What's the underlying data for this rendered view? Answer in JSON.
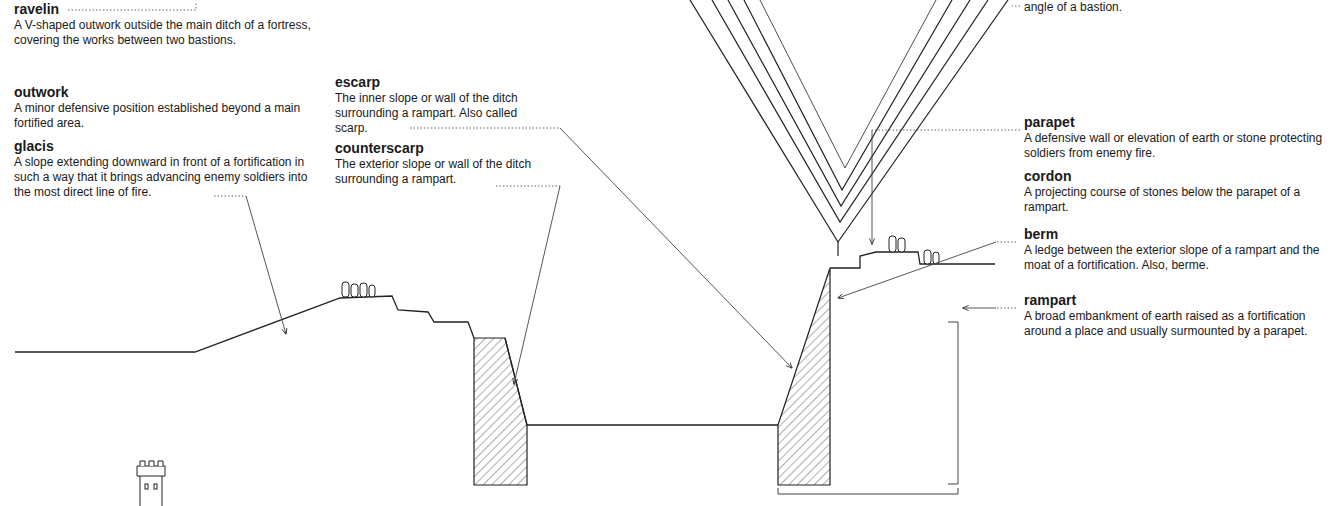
{
  "diagram": {
    "labels": [
      "ravelin",
      "A V-shaped outwork outside the main ditch of a fortress, covering the works between two bastions.",
      "outwork",
      "A minor defensive position established beyond a main fortified area.",
      "glacis",
      "A slope extending downward in front of a fortification in such a way that it brings advancing enemy soldiers into the most direct line of fire.",
      "escarp",
      "The inner slope or wall of the ditch surrounding a rampart. Also called scarp.",
      "counterscarp",
      "The exterior slope or wall of the ditch surrounding a rampart.",
      "angle of a bastion.",
      "parapet",
      "A defensive wall or elevation of earth or stone protecting soldiers from enemy fire.",
      "cordon",
      "A projecting course of stones below the parapet of a rampart.",
      "berm",
      "A ledge between the exterior slope of a rampart and the moat of a fortification. Also, berme.",
      "rampart",
      "A broad embankment of earth raised as a fortification around a place and usually surmounted by a parapet."
    ]
  }
}
